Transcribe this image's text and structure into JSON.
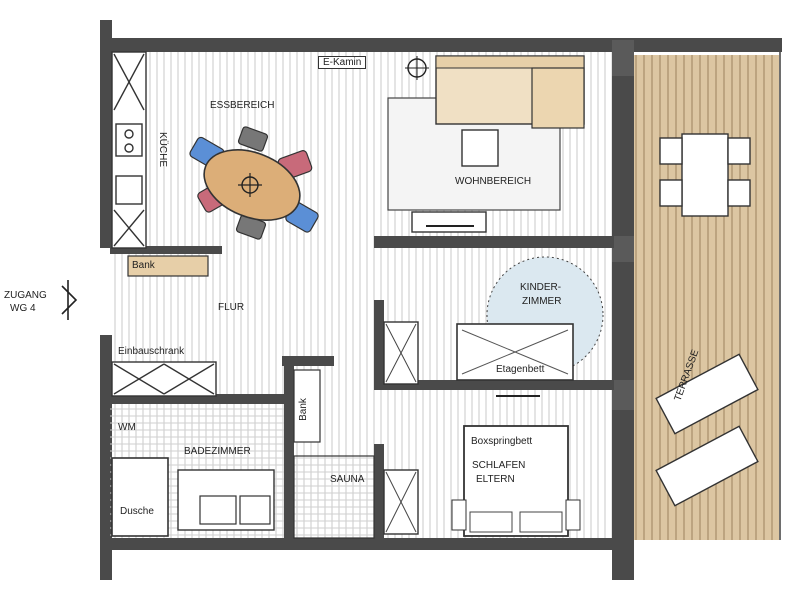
{
  "labels": {
    "e_kamin": "E-Kamin",
    "essbereich": "ESSBEREICH",
    "kueche": "KÜCHE",
    "wohnbereich": "WOHNBEREICH",
    "bank_top": "Bank",
    "zugang_1": "ZUGANG",
    "zugang_2": "WG 4",
    "flur": "FLUR",
    "kinder_1": "KINDER-",
    "kinder_2": "ZIMMER",
    "einbauschrank": "Einbauschrank",
    "etagenbett": "Etagenbett",
    "terrasse": "TERRASSE",
    "wm": "WM",
    "badezimmer": "BADEZIMMER",
    "bank_side": "Bank",
    "boxspringbett": "Boxspringbett",
    "schlafen_1": "SCHLAFEN",
    "schlafen_2": "ELTERN",
    "sauna": "SAUNA",
    "dusche": "Dusche"
  },
  "colors": {
    "wall": "#4a4a4a",
    "wall_light": "#6e6e6e",
    "floor_lines": "#c9c9c9",
    "terrace": "#d9c19a",
    "terrace_lines": "#a88e6a",
    "table": "#dcae78",
    "chair_blue": "#5b8fd6",
    "chair_red": "#c86a7a",
    "chair_gray": "#777777",
    "bank": "#e7cfa8",
    "sofa": "#f0e0c4",
    "kids_circle": "#dbe8f0"
  }
}
